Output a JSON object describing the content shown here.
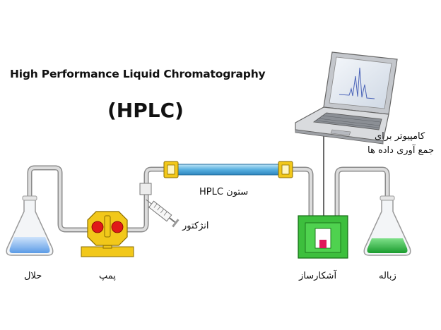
{
  "title": "High Performance Liquid Chromatography",
  "abbreviation": "(HPLC)",
  "labels": {
    "solvent": "حلال",
    "pump": "پمپ",
    "injector": "انژکتور",
    "column": "ستون HPLC",
    "detector": "آشکارساز",
    "waste": "زباله",
    "computer_line1": "کامپیوتر برای",
    "computer_line2": "جمع آوری داده ها"
  },
  "colors": {
    "solvent_liquid": "#7fb2ec",
    "waste_liquid": "#27b03c",
    "pump": "#f2c81a",
    "pump_dots": "#e01919",
    "column": "#58b0e0",
    "column_fittings": "#f2c81a",
    "detector": "#3dbf3d",
    "detector_window": "#e0185a"
  }
}
